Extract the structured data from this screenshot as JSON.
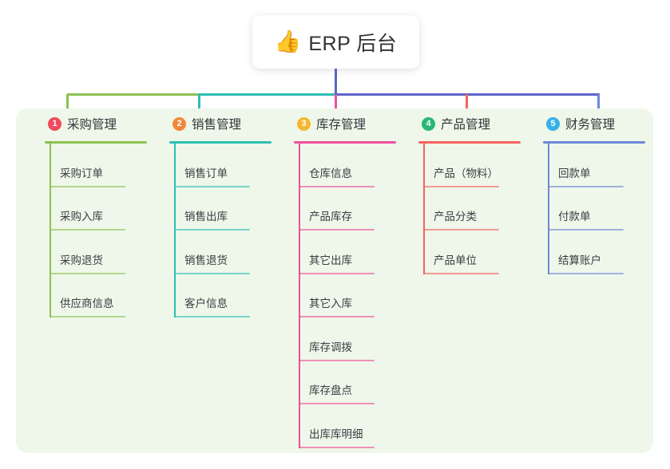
{
  "title": {
    "emoji": "👍",
    "emoji_name": "thumbs-up-icon",
    "text": "ERP 后台"
  },
  "theme": {
    "page_background": "#ffffff",
    "panel_background": "#eef7e9",
    "card_background": "#ffffff",
    "text_color": "#33363c",
    "trunk_color": "#5b63c8"
  },
  "columns": [
    {
      "index": "1",
      "badge_color": "#f2495c",
      "line_color": "#8cc152",
      "title": "采购管理",
      "items": [
        {
          "label": "采购订单"
        },
        {
          "label": "采购入库"
        },
        {
          "label": "采购退货"
        },
        {
          "label": "供应商信息"
        }
      ]
    },
    {
      "index": "2",
      "badge_color": "#f0883a",
      "line_color": "#2ebfb4",
      "title": "销售管理",
      "items": [
        {
          "label": "销售订单"
        },
        {
          "label": "销售出库"
        },
        {
          "label": "销售退货"
        },
        {
          "label": "客户信息"
        }
      ]
    },
    {
      "index": "3",
      "badge_color": "#f5b731",
      "line_color": "#ef4fa0",
      "title": "库存管理",
      "items": [
        {
          "label": "仓库信息"
        },
        {
          "label": "产品库存"
        },
        {
          "label": "其它出库"
        },
        {
          "label": "其它入库"
        },
        {
          "label": "库存调拨"
        },
        {
          "label": "库存盘点"
        },
        {
          "label": "出库库明细"
        }
      ]
    },
    {
      "index": "4",
      "badge_color": "#2bb673",
      "line_color": "#f4625f",
      "title": "产品管理",
      "items": [
        {
          "label": "产品（物料）"
        },
        {
          "label": "产品分类"
        },
        {
          "label": "产品单位"
        }
      ]
    },
    {
      "index": "5",
      "badge_color": "#35b0e8",
      "line_color": "#6d87d8",
      "title": "财务管理",
      "items": [
        {
          "label": "回款单"
        },
        {
          "label": "付款单"
        },
        {
          "label": "结算账户"
        }
      ]
    }
  ]
}
